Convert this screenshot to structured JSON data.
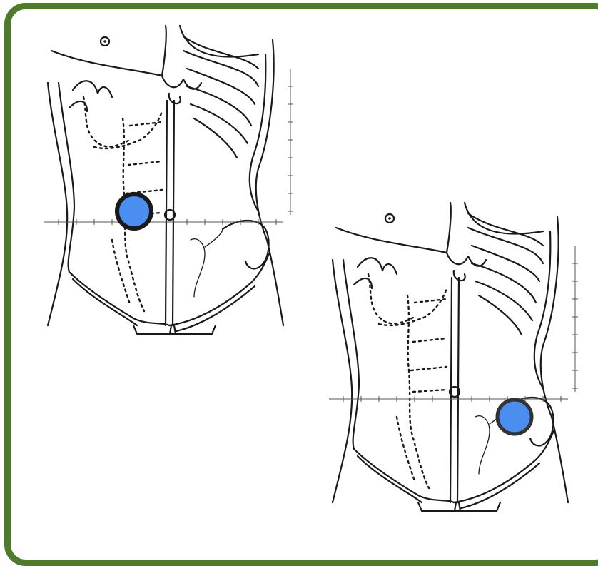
{
  "colors": {
    "frame": "#4e7a2a",
    "marker_fill": "#4a8ff0",
    "marker_stroke": "#1a1a1a",
    "line": "#1a1a1a"
  },
  "figures": [
    {
      "name": "torso-left",
      "marker_region": "right-mid-abdomen"
    },
    {
      "name": "torso-right",
      "marker_region": "left-lower-quadrant"
    }
  ]
}
